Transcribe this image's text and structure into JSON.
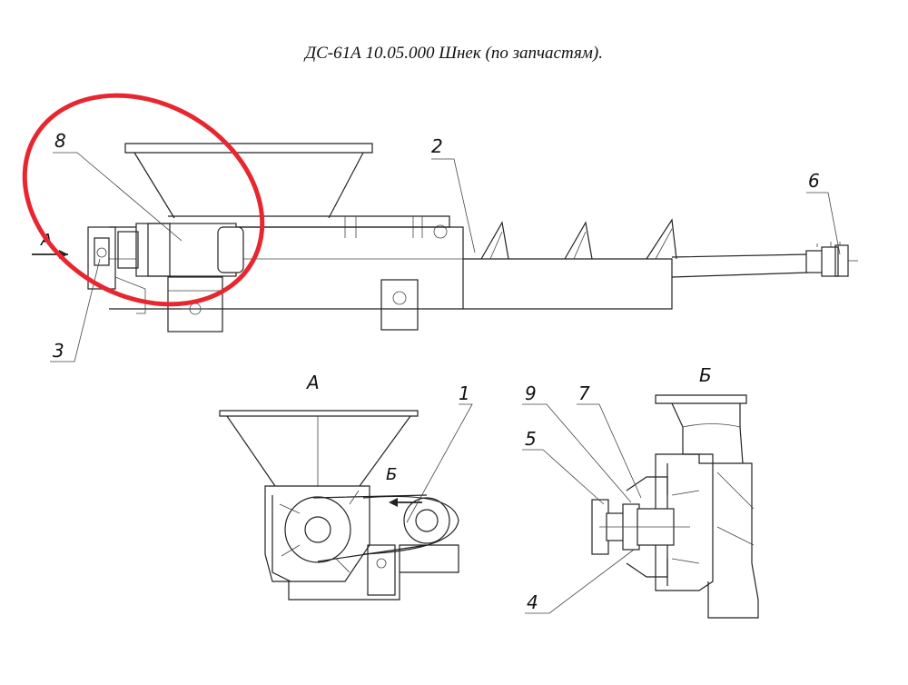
{
  "title": "ДС-61А 10.05.000 Шнек (по запчастям).",
  "highlight_color": "#e8262f",
  "callouts": {
    "p1": "1",
    "p2": "2",
    "p3": "3",
    "p4": "4",
    "p5": "5",
    "p6": "6",
    "p7": "7",
    "p8": "8",
    "p9": "9"
  },
  "views": {
    "a_arrow": "А",
    "a_title": "А",
    "b_arrow": "Б",
    "b_title": "Б"
  }
}
